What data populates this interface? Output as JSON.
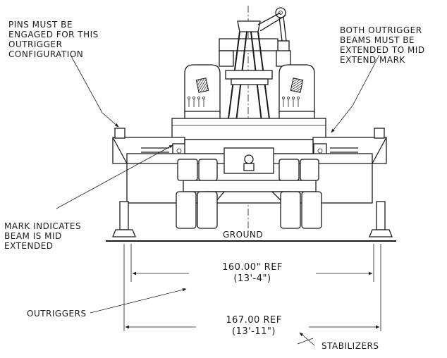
{
  "notes": {
    "pins": [
      "PINS MUST BE",
      "ENGAGED FOR THIS",
      "OUTRIGGER",
      "CONFIGURATION"
    ],
    "beams": [
      "BOTH OUTRIGGER",
      "BEAMS MUST BE",
      "EXTENDED TO MID",
      "EXTEND MARK"
    ],
    "mark": [
      "MARK INDICATES",
      "BEAM IS MID",
      "EXTENDED"
    ]
  },
  "labels": {
    "ground": "GROUND",
    "outriggers": "OUTRIGGERS",
    "stabilizers": "STABILIZERS"
  },
  "dimensions": {
    "outrigger_span": {
      "value": "160.00\" REF",
      "imperial": "(13'-4\")"
    },
    "stabilizer_span": {
      "value": "167.00 REF",
      "imperial": "(13'-11\")"
    }
  }
}
